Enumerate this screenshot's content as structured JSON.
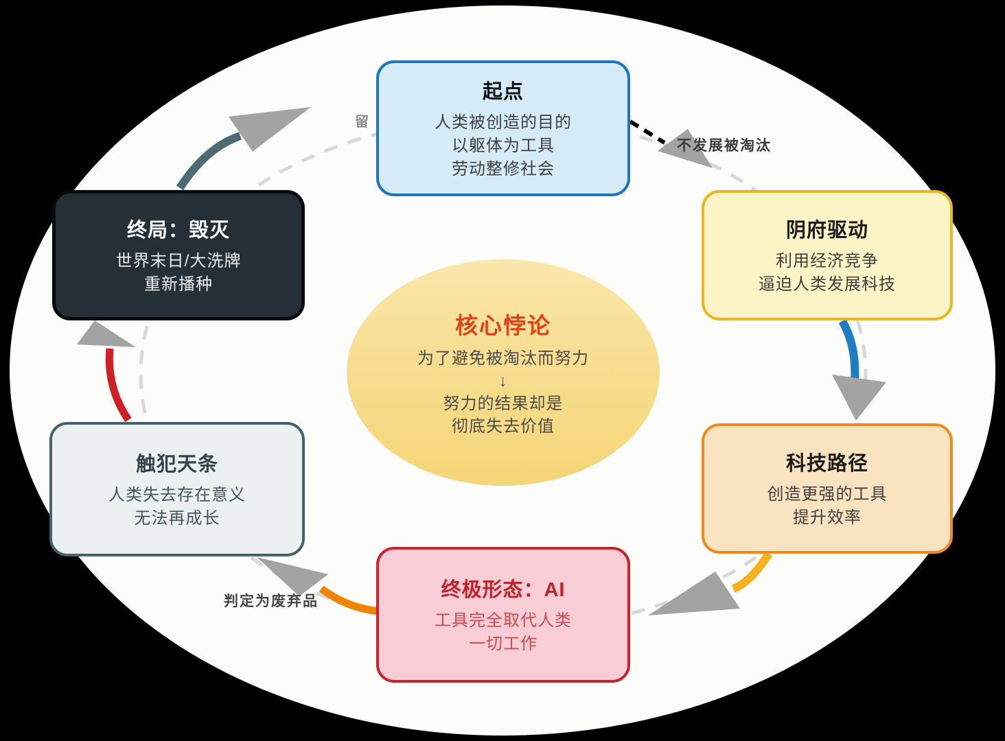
{
  "center": {
    "title": "核心悖论",
    "lines": [
      "为了避免被淘汰而努力",
      "↓",
      "努力的结果却是",
      "彻底失去价值"
    ]
  },
  "nodes": {
    "start": {
      "title": "起点",
      "lines": [
        "人类被创造的目的",
        "以躯体为工具",
        "劳动整修社会"
      ]
    },
    "drive": {
      "title": "阴府驱动",
      "lines": [
        "利用经济竞争",
        "逼迫人类发展科技"
      ]
    },
    "tech": {
      "title": "科技路径",
      "lines": [
        "创造更强的工具",
        "提升效率"
      ]
    },
    "ai": {
      "title": "终极形态：AI",
      "lines": [
        "工具完全取代人类",
        "一切工作"
      ]
    },
    "violate": {
      "title": "触犯天条",
      "lines": [
        "人类失去存在意义",
        "无法再成长"
      ]
    },
    "end": {
      "title": "终局：毁灭",
      "lines": [
        "世界末日/大洗牌",
        "重新播种"
      ]
    }
  },
  "labels": {
    "eliminated": "不发展被淘汰",
    "discarded": "判定为废弃品",
    "clipped": "留"
  },
  "colors": {
    "canvas_bg": "#000000",
    "stage_bg": "#fcfcfa",
    "center_fill_top": "#fae7ab",
    "center_fill_bottom": "#f5d678",
    "center_title": "#e04318",
    "dashed_ring": "#d8d8d8",
    "arrowhead": "#a3a3a3",
    "arc_slate": "#4e6a72",
    "arc_blue": "#1f7ec2",
    "arc_yellow": "#f6b11c",
    "arc_orange": "#f08300",
    "arc_red": "#ce2127",
    "threat_dash": "#000000",
    "node_start_fill": "#d5ecf8",
    "node_start_border": "#1b76bd",
    "node_drive_fill": "#fcf3c6",
    "node_drive_border": "#e9b71f",
    "node_tech_fill": "#fae3c1",
    "node_tech_border": "#ee8b1d",
    "node_ai_fill": "#f8cdd5",
    "node_ai_border": "#c8242c",
    "node_violate_fill": "#edf0f0",
    "node_violate_border": "#47626b",
    "node_end_fill": "#242f37",
    "node_end_border": "#06090b"
  }
}
